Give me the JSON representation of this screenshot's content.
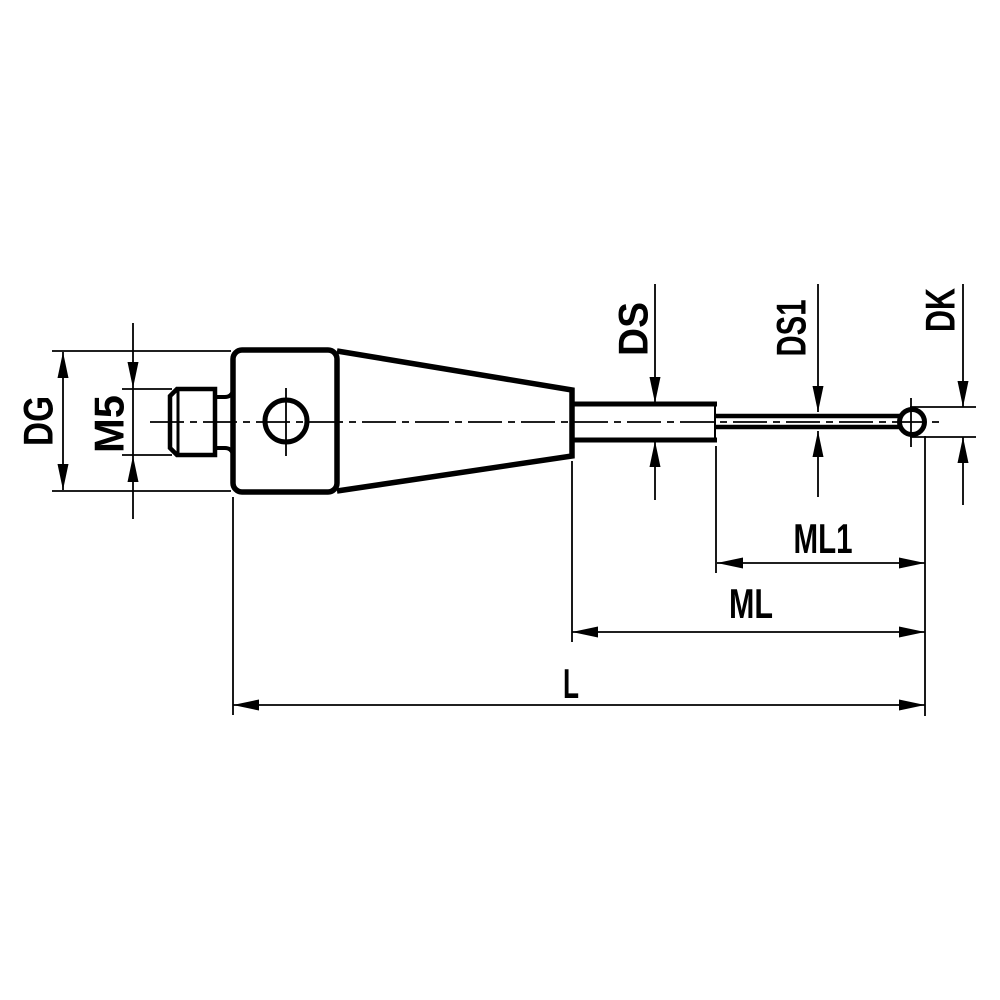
{
  "drawing": {
    "type": "technical-dimension-drawing",
    "subject": "stylus-probe-side-view",
    "background_color": "#ffffff",
    "line_color": "#000000",
    "labels": {
      "dg": "DG",
      "m5": "M5",
      "ds": "DS",
      "ds1": "DS1",
      "dk": "DK",
      "ml1": "ML1",
      "ml": "ML",
      "l": "L"
    },
    "dimension_list": [
      {
        "id": "dg",
        "label": "DG",
        "orientation": "vertical",
        "measures": "shank-diameter"
      },
      {
        "id": "m5",
        "label": "M5",
        "orientation": "vertical",
        "measures": "thread"
      },
      {
        "id": "ds",
        "label": "DS",
        "orientation": "vertical",
        "measures": "stem-diameter"
      },
      {
        "id": "ds1",
        "label": "DS1",
        "orientation": "vertical",
        "measures": "tip-stem-diameter"
      },
      {
        "id": "dk",
        "label": "DK",
        "orientation": "vertical",
        "measures": "ball-diameter"
      },
      {
        "id": "ml1",
        "label": "ML1",
        "orientation": "horizontal",
        "measures": "tip-stem-length"
      },
      {
        "id": "ml",
        "label": "ML",
        "orientation": "horizontal",
        "measures": "measuring-length"
      },
      {
        "id": "l",
        "label": "L",
        "orientation": "horizontal",
        "measures": "overall-length"
      }
    ]
  }
}
